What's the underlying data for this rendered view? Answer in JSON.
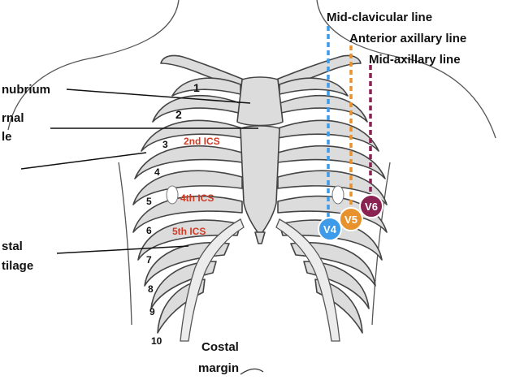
{
  "labels": {
    "manubrium": "nubrium",
    "sternal_angle_line1": "rnal",
    "sternal_angle_line2": "le",
    "costal_cartilage_line1": "stal",
    "costal_cartilage_line2": "tilage",
    "costal_margin_line1": "Costal",
    "costal_margin_line2": "margin"
  },
  "reference_lines": [
    {
      "name": "Mid-clavicular line",
      "color": "#3d9be9"
    },
    {
      "name": "Anterior axillary line",
      "color": "#e8922d"
    },
    {
      "name": "Mid-axillary line",
      "color": "#8a2252"
    }
  ],
  "rib_numbers": [
    "1",
    "2",
    "3",
    "4",
    "5",
    "6",
    "7",
    "8",
    "9",
    "10"
  ],
  "ics_labels": [
    "2nd ICS",
    "4th ICS",
    "5th ICS"
  ],
  "ics_color": "#d23a24",
  "electrodes": [
    {
      "label": "V4",
      "color": "#3d9be9"
    },
    {
      "label": "V5",
      "color": "#e8922d"
    },
    {
      "label": "V6",
      "color": "#8a2252"
    }
  ]
}
